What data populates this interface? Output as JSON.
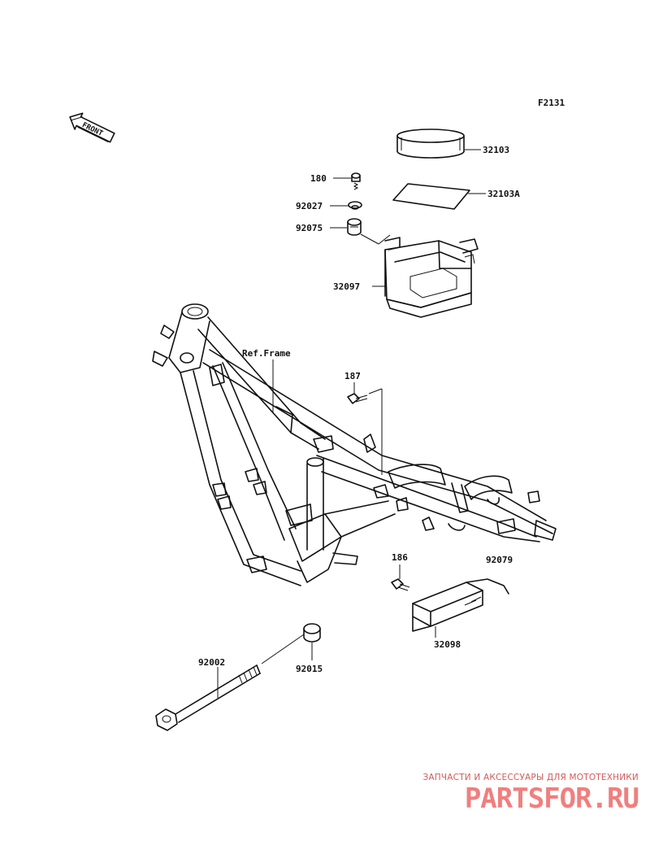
{
  "diagram": {
    "figure_code": "F2131",
    "front_label": "FRONT",
    "ref_frame_label": "Ref.Frame",
    "parts": [
      {
        "key": "p32103",
        "number": "32103"
      },
      {
        "key": "p32103A",
        "number": "32103A"
      },
      {
        "key": "p180",
        "number": "180"
      },
      {
        "key": "p92027",
        "number": "92027"
      },
      {
        "key": "p92075",
        "number": "92075"
      },
      {
        "key": "p32097",
        "number": "32097"
      },
      {
        "key": "p187",
        "number": "187"
      },
      {
        "key": "p186",
        "number": "186"
      },
      {
        "key": "p92079",
        "number": "92079"
      },
      {
        "key": "p32098",
        "number": "32098"
      },
      {
        "key": "p92002",
        "number": "92002"
      },
      {
        "key": "p92015",
        "number": "92015"
      }
    ]
  },
  "watermark": {
    "tagline": "ЗАПЧАСТИ И АКСЕССУАРЫ ДЛЯ МОТОТЕХНИКИ",
    "logo_text": "PARTSFOR.RU",
    "logo_color": "#f07f7f",
    "tagline_color": "#d35a5a"
  }
}
